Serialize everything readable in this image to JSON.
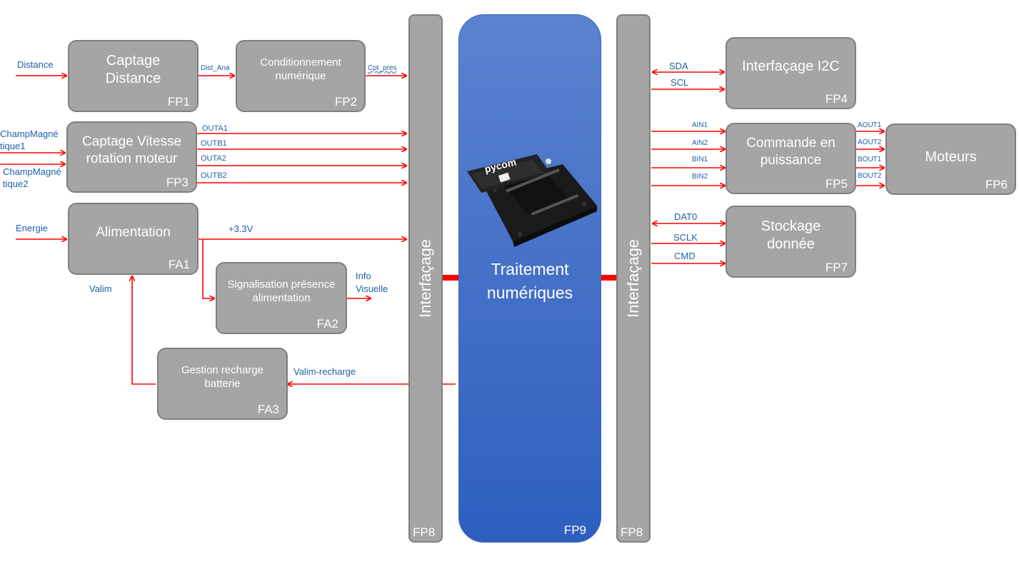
{
  "blocks": {
    "fp1": {
      "title": "Captage Distance",
      "code": "FP1"
    },
    "fp2": {
      "title": "Conditionnement numérique",
      "code": "FP2"
    },
    "fp3": {
      "title": "Captage Vitesse rotation moteur",
      "code": "FP3"
    },
    "fp4": {
      "title": "Interfaçage I2C",
      "code": "FP4"
    },
    "fp5": {
      "title": "Commande en puissance",
      "code": "FP5"
    },
    "fp6": {
      "title": "Moteurs",
      "code": "FP6"
    },
    "fp7": {
      "title": "Stockage donnée",
      "code": "FP7"
    },
    "fa1": {
      "title": "Alimentation",
      "code": "FA1"
    },
    "fa2": {
      "title": "Signalisation présence alimentation",
      "code": "FA2"
    },
    "fa3": {
      "title": "Gestion recharge batterie",
      "code": "FA3"
    }
  },
  "interface_left": {
    "label": "Interfaçage",
    "code": "FP8"
  },
  "interface_right": {
    "label": "Interfaçage",
    "code": "FP8"
  },
  "processor": {
    "title": "Traitement numériques",
    "code": "FP9",
    "board_text": "pycom"
  },
  "signals": {
    "distance": "Distance",
    "dist_ana": "Dist_Ana",
    "cpt_pres": "Cpt_pres",
    "champ1": "ChampMagné tique1",
    "champ2": "ChampMagné tique2",
    "outa1": "OUTA1",
    "outb1": "OUTB1",
    "outa2": "OUTA2",
    "outb2": "OUTB2",
    "energie": "Energie",
    "v33": "+3.3V",
    "valim": "Valim",
    "info_visuelle": "Info Visuelle",
    "valim_recharge": "Valim-recharge",
    "sda": "SDA",
    "scl": "SCL",
    "ain1": "AIN1",
    "ain2": "AIN2",
    "bin1": "BIN1",
    "bin2": "BIN2",
    "aout1": "AOUT1",
    "aout2": "AOUT2",
    "bout1": "BOUT1",
    "bout2": "BOUT2",
    "dat0": "DAT0",
    "sclk": "SCLK",
    "cmd": "CMD"
  },
  "colors": {
    "wire": "#ff0000",
    "block": "#a5a5a5",
    "processor": "#3c68c6",
    "label": "#1f5fa8"
  }
}
